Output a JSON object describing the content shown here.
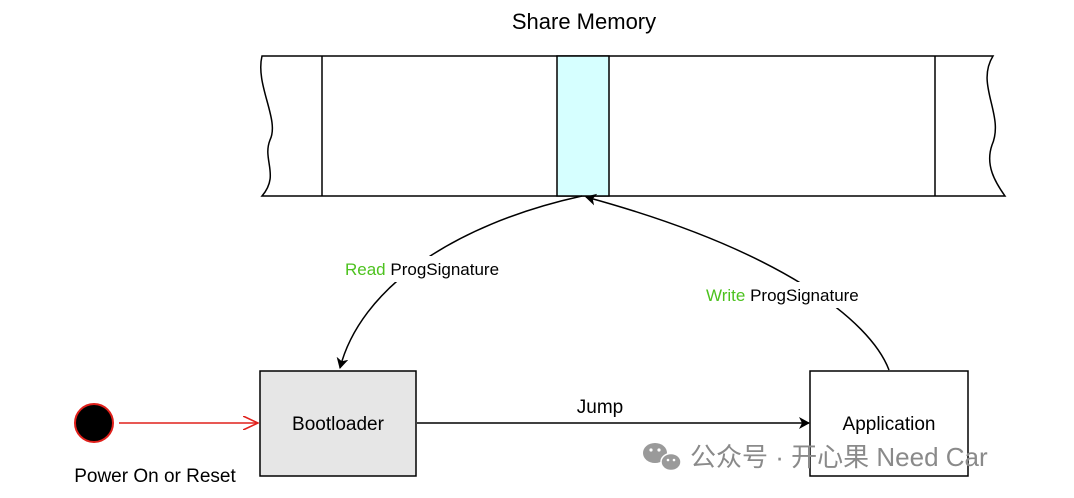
{
  "title": "Share Memory",
  "read_edge": {
    "verb": "Read",
    "object": " ProgSignature"
  },
  "write_edge": {
    "verb": "Write",
    "object": " ProgSignature"
  },
  "jump_label": "Jump",
  "bootloader_label": "Bootloader",
  "application_label": "Application",
  "start_label": "Power On or Reset",
  "watermark": {
    "dot": "·",
    "account": "公众号",
    "name": "开心果 Need Car"
  },
  "colors": {
    "verb": "#4dc21f",
    "start_arrow": "#e0201b",
    "highlight": "#d6ffff",
    "bootloader_fill": "#e6e6e6",
    "watermark": "#8a8a8a"
  }
}
